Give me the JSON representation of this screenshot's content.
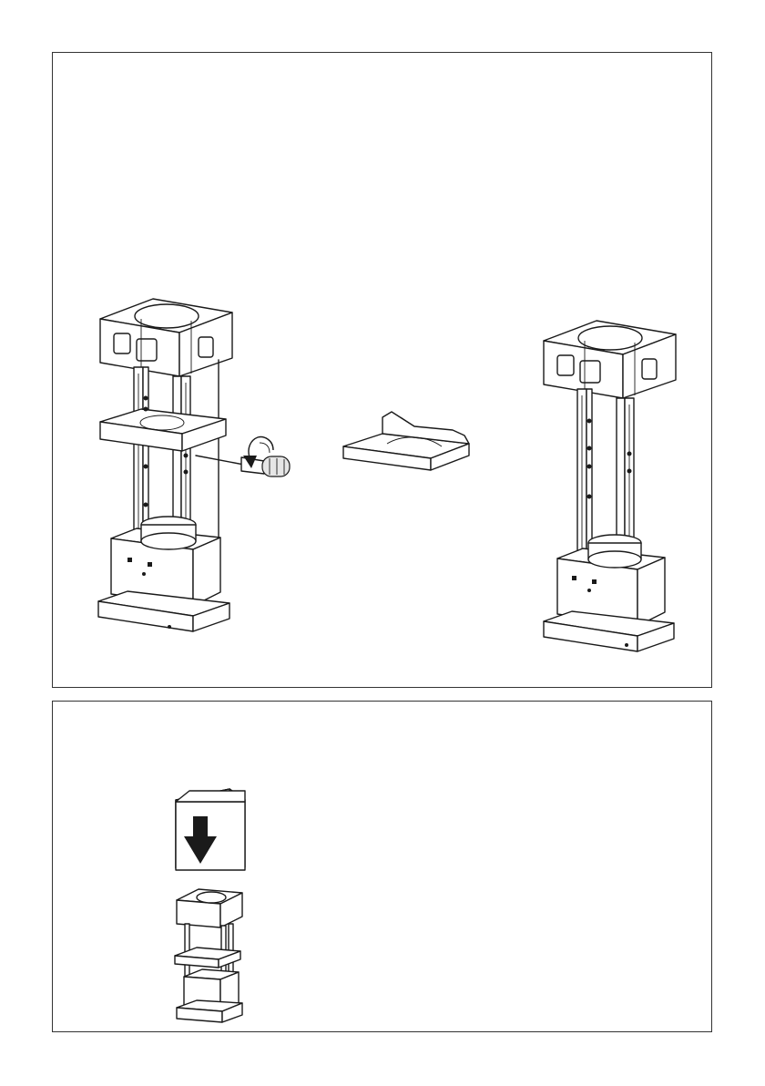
{
  "page": {
    "background": "#ffffff",
    "frame_color": "#333333",
    "ink_color": "#1a1a1a"
  },
  "panels": [
    {
      "name": "step-remove-tray",
      "figures": [
        {
          "name": "frame-assembly-with-tray",
          "icon": "frame-tower-icon"
        },
        {
          "name": "screwdriver",
          "icon": "screwdriver-icon"
        },
        {
          "name": "rotation-arrow",
          "icon": "counterclockwise-arrow-icon"
        },
        {
          "name": "removed-tray",
          "icon": "tray-icon"
        },
        {
          "name": "frame-assembly-without-tray",
          "icon": "frame-tower-icon"
        }
      ]
    },
    {
      "name": "step-fit-cover",
      "figures": [
        {
          "name": "chimney-cover",
          "icon": "cover-box-icon"
        },
        {
          "name": "down-arrow",
          "icon": "arrow-down-icon"
        },
        {
          "name": "frame-assembly-small",
          "icon": "frame-tower-icon"
        }
      ]
    }
  ]
}
